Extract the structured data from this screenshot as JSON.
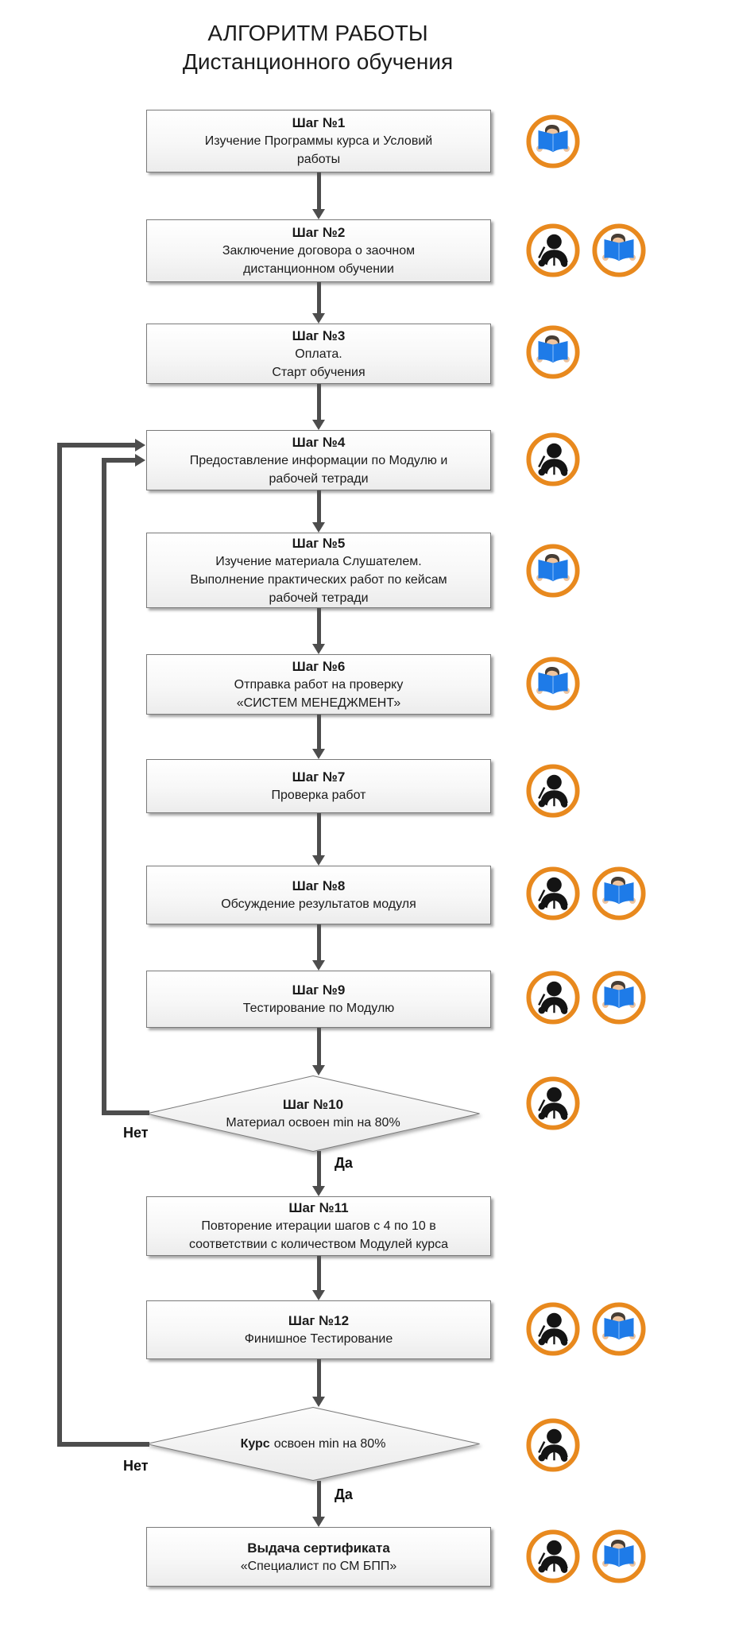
{
  "title": {
    "line1": "АЛГОРИТМ РАБОТЫ",
    "line2": "Дистанционного обучения"
  },
  "labels": {
    "yes": "Да",
    "no": "Нет"
  },
  "colors": {
    "accent_orange": "#E8891E",
    "book_blue": "#1E7BE8",
    "arrow_gray": "#4D4D4D"
  },
  "icon_names": {
    "advisor": "tutor-at-desk-icon",
    "reader": "student-reading-book-icon"
  },
  "steps": [
    {
      "id": 1,
      "shape": "box",
      "title": "Шаг №1",
      "body": "Изучение Программы курса и Условий\nработы",
      "icons": [
        "reader"
      ]
    },
    {
      "id": 2,
      "shape": "box",
      "title": "Шаг №2",
      "body": "Заключение договора о заочном\nдистанционном обучении",
      "icons": [
        "advisor",
        "reader"
      ]
    },
    {
      "id": 3,
      "shape": "box",
      "title": "Шаг №3",
      "body": "Оплата.\nСтарт обучения",
      "icons": [
        "reader"
      ]
    },
    {
      "id": 4,
      "shape": "box",
      "title": "Шаг №4",
      "body": "Предоставление информации по Модулю и\nрабочей тетради",
      "icons": [
        "advisor"
      ]
    },
    {
      "id": 5,
      "shape": "box",
      "title": "Шаг №5",
      "body": "Изучение материала Слушателем.\nВыполнение практических работ по кейсам\nрабочей тетради",
      "icons": [
        "reader"
      ]
    },
    {
      "id": 6,
      "shape": "box",
      "title": "Шаг №6",
      "body": "Отправка работ на проверку\n«СИСТЕМ МЕНЕДЖМЕНТ»",
      "icons": [
        "reader"
      ]
    },
    {
      "id": 7,
      "shape": "box",
      "title": "Шаг №7",
      "body": "Проверка работ",
      "icons": [
        "advisor"
      ]
    },
    {
      "id": 8,
      "shape": "box",
      "title": "Шаг №8",
      "body": "Обсуждение результатов модуля",
      "icons": [
        "advisor",
        "reader"
      ]
    },
    {
      "id": 9,
      "shape": "box",
      "title": "Шаг №9",
      "body": "Тестирование по Модулю",
      "icons": [
        "advisor",
        "reader"
      ]
    },
    {
      "id": 10,
      "shape": "diamond",
      "title": "Шаг №10",
      "body": "Материал освоен min на 80%",
      "icons": [
        "advisor"
      ]
    },
    {
      "id": 11,
      "shape": "box",
      "title": "Шаг №11",
      "body": "Повторение итерации шагов с 4 по 10 в\nсоответствии с количеством Модулей курса",
      "icons": []
    },
    {
      "id": 12,
      "shape": "box",
      "title": "Шаг №12",
      "body": "Финишное Тестирование",
      "icons": [
        "advisor",
        "reader"
      ]
    },
    {
      "id": 13,
      "shape": "diamond",
      "title": "Курс",
      "body": "освоен min на 80%",
      "icons": [
        "advisor"
      ]
    },
    {
      "id": 14,
      "shape": "box",
      "title": "Выдача сертификата",
      "body": "«Специалист по СМ БПП»",
      "icons": [
        "advisor",
        "reader"
      ]
    }
  ]
}
